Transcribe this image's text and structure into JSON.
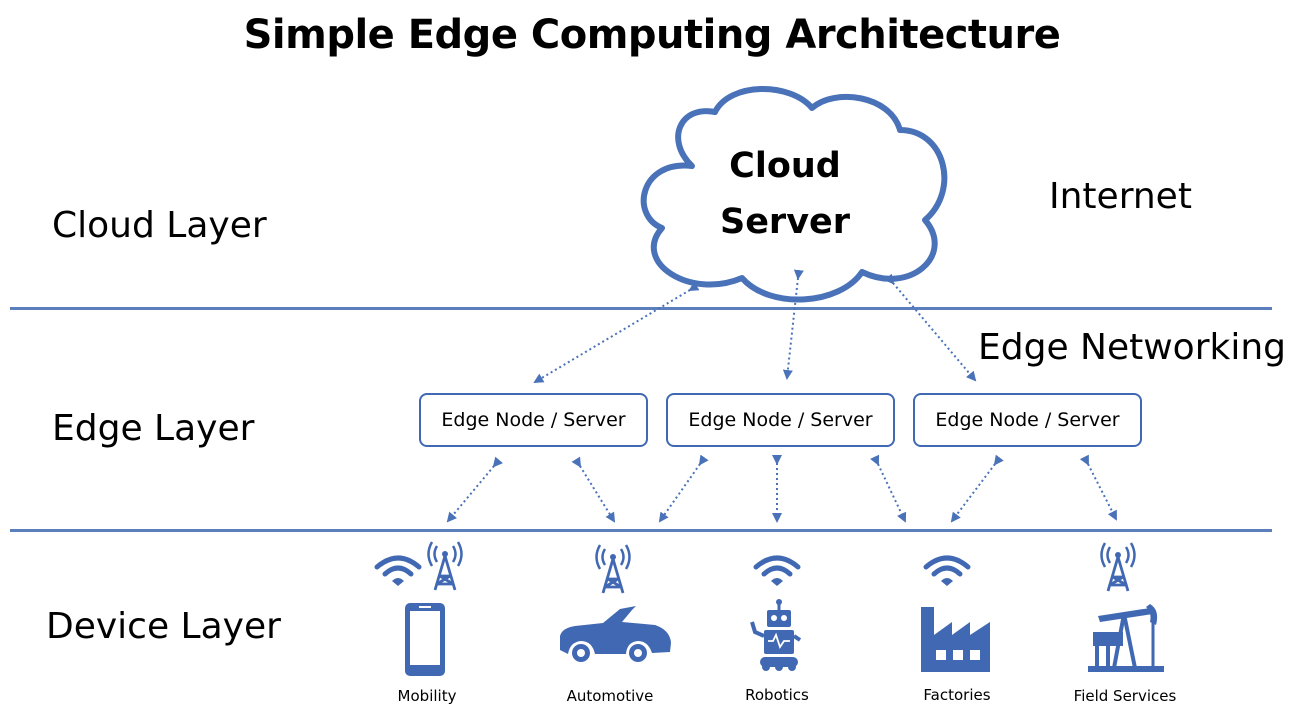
{
  "title": "Simple Edge Computing Architecture",
  "layers": {
    "cloud": "Cloud Layer",
    "edge": "Edge Layer",
    "device": "Device Layer"
  },
  "side_labels": {
    "internet": "Internet",
    "edge_networking": "Edge Networking"
  },
  "cloud": {
    "line1": "Cloud",
    "line2": "Server"
  },
  "edge_nodes": [
    {
      "label": "Edge Node / Server"
    },
    {
      "label": "Edge Node / Server"
    },
    {
      "label": "Edge Node / Server"
    }
  ],
  "devices": [
    {
      "label": "Mobility",
      "icon": "smartphone-icon",
      "signals": [
        "wifi-icon",
        "cell-tower-icon"
      ]
    },
    {
      "label": "Automotive",
      "icon": "car-icon",
      "signals": [
        "cell-tower-icon"
      ]
    },
    {
      "label": "Robotics",
      "icon": "robot-icon",
      "signals": [
        "wifi-icon"
      ]
    },
    {
      "label": "Factories",
      "icon": "factory-icon",
      "signals": [
        "wifi-icon"
      ]
    },
    {
      "label": "Field Services",
      "icon": "oil-pump-icon",
      "signals": [
        "cell-tower-icon"
      ]
    }
  ],
  "colors": {
    "accent": "#4169b3",
    "divider": "#5b7fbd",
    "arrow": "#4a72b8",
    "text": "#000000"
  }
}
